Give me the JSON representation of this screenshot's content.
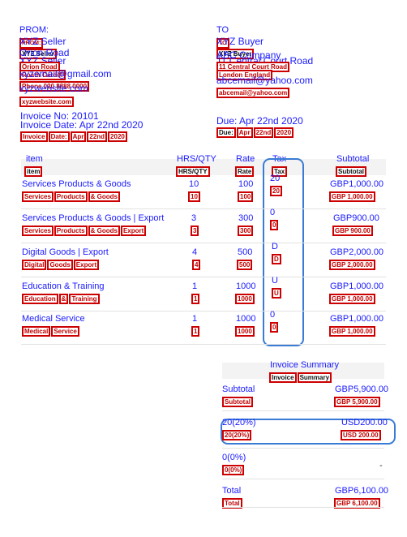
{
  "from": {
    "heading": "PROM:",
    "heading_tag": "PROM:",
    "name": "XYZ Seller",
    "name_tag": "XYZ Seller",
    "company": "XYZ Seller",
    "street": "Orion Road",
    "street_tag": "Orion Road",
    "city": "Roath",
    "city_tag": "Roath Cardiff",
    "email": "xyzemail@gmail.com",
    "email_tag": "xyzemail@gmail.com",
    "phone_tag": "Phone 020 8888 0000",
    "website": "xyzwebsite.com",
    "website_tag": "xyzwebsite.com"
  },
  "to": {
    "heading": "TO",
    "heading_tag": "TO",
    "name": "XYZ Buyer",
    "name_tag": "XYZ Buyer",
    "company": "ABC Company",
    "street": "11 Central Court Road",
    "street_tag": "11 Central Court Road",
    "city_tag": "London England",
    "email": "abcemail@yahoo.com",
    "email_tag": "abcemail@yahoo.com"
  },
  "invoice": {
    "number_label": "Invoice No: 20101",
    "date_label": "Invoice Date: Apr 22nd 2020",
    "date_tags": [
      "Invoice",
      "Date:",
      "Apr",
      "22nd",
      "2020"
    ],
    "due_label": "Due: Apr 22nd 2020",
    "due_tags": [
      "Due:",
      "Apr",
      "22nd",
      "2020"
    ]
  },
  "table": {
    "headers": {
      "item": "item",
      "item_tag": "item",
      "hrs": "HRS/QTY",
      "hrs_tag": "HRS/QTY",
      "rate": "Rate",
      "rate_tag": "Rate",
      "tax": "Tax",
      "tax_tag": "Tax",
      "subtotal": "Subtotal",
      "subtotal_tag": "Subtotal"
    },
    "rows": [
      {
        "item": "Services Products & Goods",
        "tags": [
          "Services",
          "Products",
          "& Goods"
        ],
        "qty": "10",
        "rate": "100",
        "tax": "20",
        "subtotal": "GBP1,000.00",
        "subtotal_tag": "GBP 1,000.00"
      },
      {
        "item": "Services Products & Goods | Export",
        "tags": [
          "Services",
          "Products",
          "& Goods",
          "Export"
        ],
        "qty": "3",
        "rate": "300",
        "tax": "0",
        "subtotal": "GBP900.00",
        "subtotal_tag": "GBP 900.00"
      },
      {
        "item": "Digital Goods | Export",
        "tags": [
          "Digital",
          "Goods",
          "Export"
        ],
        "qty": "4",
        "rate": "500",
        "tax": "D",
        "subtotal": "GBP2,000.00",
        "subtotal_tag": "GBP 2,000.00"
      },
      {
        "item": "Education & Training",
        "tags": [
          "Education",
          "&",
          "Training"
        ],
        "qty": "1",
        "rate": "1000",
        "tax": "U",
        "subtotal": "GBP1,000.00",
        "subtotal_tag": "GBP 1,000.00"
      },
      {
        "item": "Medical Service",
        "tags": [
          "Medical",
          "Service"
        ],
        "qty": "1",
        "rate": "1000",
        "tax": "0",
        "subtotal": "GBP1,000.00",
        "subtotal_tag": "GBP 1,000.00"
      }
    ]
  },
  "summary": {
    "title": "Invoice Summary",
    "title_tags": [
      "Invoice",
      "Summary"
    ],
    "subtotal_label": "Subtotal",
    "subtotal_tag": "Subtotal",
    "subtotal_value": "GBP5,900.00",
    "subtotal_value_tag": "GBP 5,900.00",
    "tax1_label": "20(20%)",
    "tax1_tag": "20(20%)",
    "tax1_value": "USD200.00",
    "tax1_value_tag": "USD 200.00",
    "tax2_label": "0(0%)",
    "tax2_tag": "0(0%)",
    "tax2_value": "-",
    "total_label": "Total",
    "total_tag": "Total",
    "total_value": "GBP6,100.00",
    "total_value_tag": "GBP 6,100.00"
  },
  "colors": {
    "text": "#1a1aff",
    "box": "#cc0000",
    "highlight": "#3a7bd5"
  }
}
